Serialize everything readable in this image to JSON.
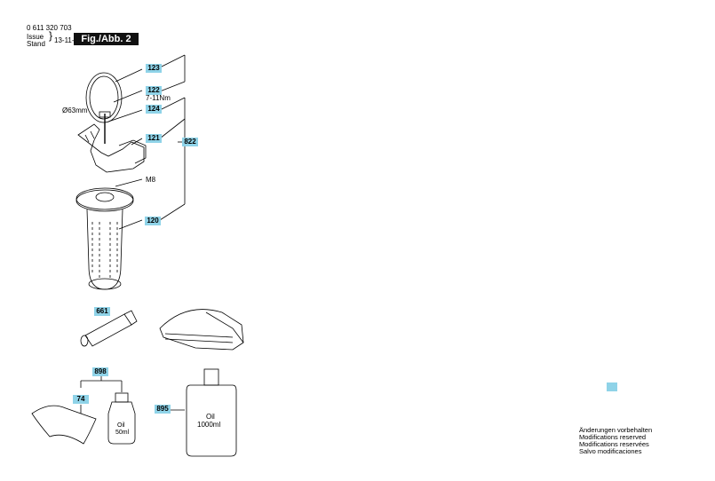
{
  "header": {
    "part_number": "0 611 320 703",
    "issue_label": "Issue",
    "stand_label": "Stand",
    "date": "13-11-11",
    "figure": "Fig./Abb. 2"
  },
  "parts": {
    "p123": "123",
    "p122": "122",
    "p122_torque": "7-11Nm",
    "p124": "124",
    "p121": "121",
    "p822": "822",
    "p120": "120",
    "p661": "661",
    "p898": "898",
    "p74": "74",
    "p895": "895"
  },
  "labels": {
    "diameter": "Ø63mm",
    "thread": "M8",
    "oil_small_1": "Oil",
    "oil_small_2": "50ml",
    "oil_big_1": "Oil",
    "oil_big_2": "1000ml"
  },
  "notes": [
    "Änderungen vorbehalten",
    "Modifications reserved",
    "Modifications reservées",
    "Salvo modificaciones"
  ],
  "colors": {
    "tag": "#8fd3e8"
  }
}
